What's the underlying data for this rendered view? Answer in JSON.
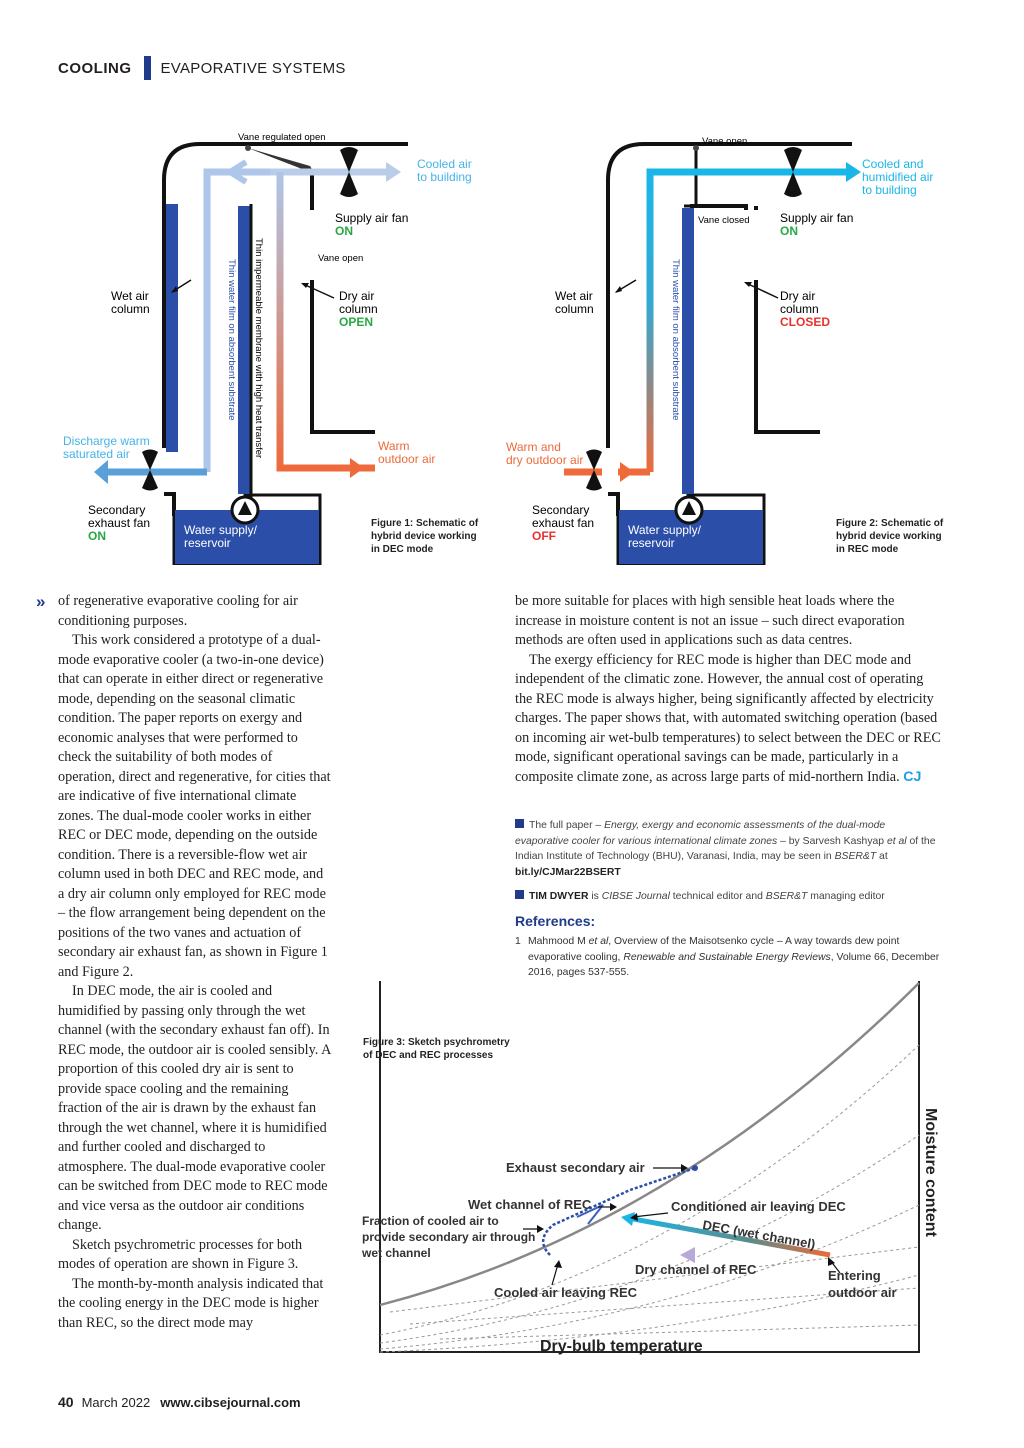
{
  "header": {
    "section": "COOLING",
    "subsection": "EVAPORATIVE SYSTEMS"
  },
  "figure1": {
    "vane_top": "Vane regulated open",
    "out_air_1": "Cooled air",
    "out_air_2": "to building",
    "supply_fan": "Supply air fan",
    "supply_fan_state": "ON",
    "vane_open": "Vane open",
    "wet_col_1": "Wet air",
    "wet_col_2": "column",
    "dry_col_1": "Dry air",
    "dry_col_2": "column",
    "dry_col_state": "OPEN",
    "membrane": "Thin impermeable membrane with high heat transfer",
    "water_film": "Thin water film on absorbent substrate",
    "discharge_1": "Discharge warm",
    "discharge_2": "saturated air",
    "warm_1": "Warm",
    "warm_2": "outdoor air",
    "sec_fan_1": "Secondary",
    "sec_fan_2": "exhaust fan",
    "sec_fan_state": "ON",
    "reservoir_1": "Water supply/",
    "reservoir_2": "reservoir",
    "caption_1": "Figure 1: Schematic of",
    "caption_2": "hybrid device working",
    "caption_3": "in DEC mode"
  },
  "figure2": {
    "vane_top": "Vane open",
    "out_air_1": "Cooled and",
    "out_air_2": "humidified air",
    "out_air_3": "to building",
    "vane_closed": "Vane closed",
    "supply_fan": "Supply air fan",
    "supply_fan_state": "ON",
    "wet_col_1": "Wet air",
    "wet_col_2": "column",
    "dry_col_1": "Dry air",
    "dry_col_2": "column",
    "dry_col_state": "CLOSED",
    "water_film": "Thin water film on absorbent substrate",
    "warm_1": "Warm and",
    "warm_2": "dry outdoor air",
    "sec_fan_1": "Secondary",
    "sec_fan_2": "exhaust fan",
    "sec_fan_state": "OFF",
    "reservoir_1": "Water supply/",
    "reservoir_2": "reservoir",
    "caption_1": "Figure 2: Schematic of",
    "caption_2": "hybrid device working",
    "caption_3": "in REC mode"
  },
  "figure3": {
    "caption_1": "Figure 3: Sketch psychrometry",
    "caption_2": "of DEC and REC processes",
    "exhaust": "Exhaust secondary air",
    "wet_channel": "Wet channel of REC",
    "conditioned": "Conditioned air leaving DEC",
    "dec_wet": "DEC (wet channel)",
    "fraction_1": "Fraction of cooled air to",
    "fraction_2": "provide secondary air through",
    "fraction_3": "wet channel",
    "dry_channel": "Dry channel of REC",
    "entering_1": "Entering",
    "entering_2": "outdoor air",
    "cooled_rec": "Cooled air leaving REC",
    "y_axis": "Moisture content",
    "x_axis": "Dry-bulb temperature"
  },
  "article": {
    "left_p1": "of regenerative evaporative cooling for air conditioning purposes.",
    "left_p2": "This work considered a prototype of a dual-mode evaporative cooler (a two-in-one device) that can operate in either direct or regenerative mode, depending on the seasonal climatic condition. The paper reports on exergy and economic analyses that were performed to check the suitability of both modes of operation, direct and regenerative, for cities that are indicative of five international climate zones. The dual-mode cooler works in either REC or DEC mode, depending on the outside condition. There is a reversible-flow wet air column used in both DEC and REC mode, and a dry air column only employed for REC mode – the flow arrangement being dependent on the positions of the two vanes and actuation of secondary air exhaust fan, as shown in Figure 1 and Figure 2.",
    "left_p3": "In DEC mode, the air is cooled and humidified by passing only through the wet channel (with the secondary exhaust fan off). In REC mode, the outdoor air is cooled sensibly. A proportion of this cooled dry air is sent to provide space cooling and the remaining fraction of the air is drawn by the exhaust fan through the wet channel, where it is humidified and further cooled and discharged to atmosphere. The dual-mode evaporative cooler can be switched from DEC mode to REC mode and vice versa as the outdoor air conditions change.",
    "left_p4": "Sketch psychrometric processes for both modes of operation are shown in Figure 3.",
    "left_p5": "The month-by-month analysis indicated that the cooling energy in the DEC mode is higher than REC, so the direct mode may",
    "right_p1": "be more suitable for places with high sensible heat loads where the increase in moisture content is not an issue – such direct evaporation methods are often used in applications such as data centres.",
    "right_p2": "The exergy efficiency for REC mode is higher than DEC mode and independent of the climatic zone. However, the annual cost of operating the REC mode is always higher, being significantly affected by electricity charges. The paper shows that, with automated switching operation (based on incoming air wet-bulb temperatures) to select between the DEC or REC mode, significant operational savings can be made, particularly in a composite climate zone, as across large parts of mid-northern India.",
    "sign_off": "CJ",
    "note1_a": "The full paper – ",
    "note1_title": "Energy, exergy and economic assessments of the dual-mode evaporative cooler for various international climate zones",
    "note1_b": " – by Sarvesh Kashyap ",
    "note1_etal": "et al",
    "note1_c": " of the Indian Institute of Technology (BHU), Varanasi, India, may be seen in ",
    "note1_journal": "BSER&T",
    "note1_d": " at ",
    "note1_link": "bit.ly/CJMar22BSERT",
    "note2_name": "TIM DWYER",
    "note2_a": " is ",
    "note2_j1": "CIBSE Journal",
    "note2_b": " technical editor and ",
    "note2_j2": "BSER&T",
    "note2_c": " managing editor",
    "refs_title": "References:",
    "ref1_num": "1",
    "ref1_a": "Mahmood M ",
    "ref1_etal": "et al",
    "ref1_b": ", Overview of the Maisotsenko cycle – A way towards dew point evaporative cooling, ",
    "ref1_journal": "Renewable and Sustainable Energy Reviews",
    "ref1_c": ", Volume 66, December 2016, pages 537-555."
  },
  "footer": {
    "page": "40",
    "date": "March 2022",
    "website": "www.cibsejournal.com"
  },
  "colors": {
    "navy": "#1f3b8a",
    "cyan": "#1ab6e8",
    "light_blue": "#aec6ea",
    "orange": "#ee6a3a",
    "green": "#27a844",
    "red": "#e8322e"
  }
}
